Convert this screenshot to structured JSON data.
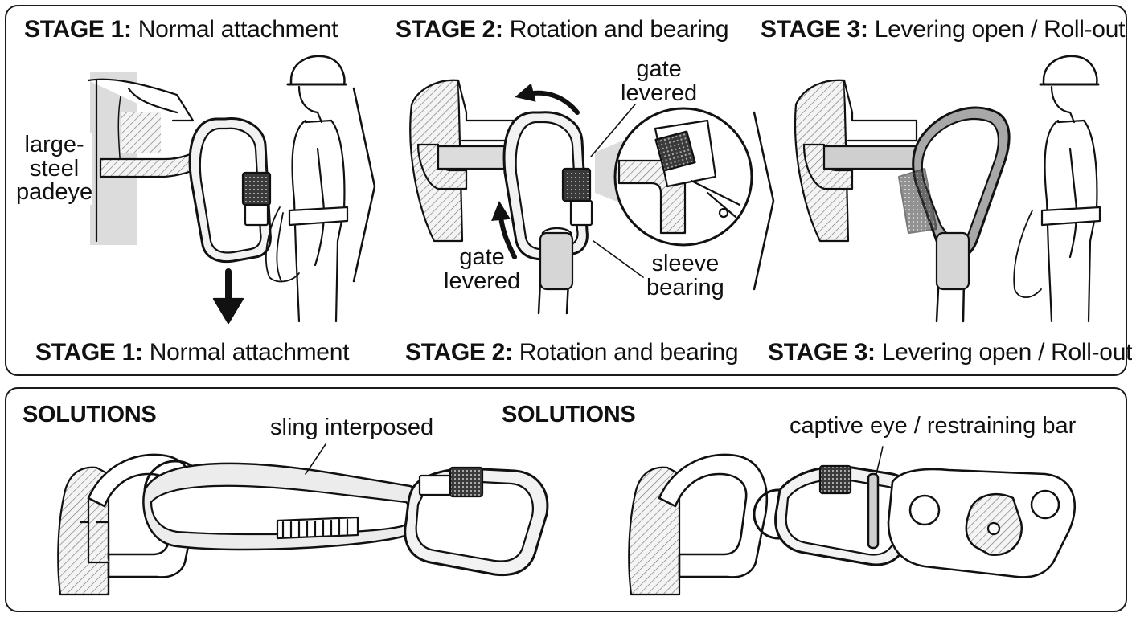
{
  "stages_top": [
    {
      "num": "STAGE 1:",
      "name": "Normal attachment"
    },
    {
      "num": "STAGE 2:",
      "name": "Rotation and bearing"
    },
    {
      "num": "STAGE 3:",
      "name": "Levering open / Roll-out"
    }
  ],
  "stages_bottom": [
    {
      "num": "STAGE 1:",
      "name": "Normal attachment"
    },
    {
      "num": "STAGE 2:",
      "name": "Rotation and bearing"
    },
    {
      "num": "STAGE 3:",
      "name": "Levering open / Roll-out"
    }
  ],
  "callouts": {
    "padeye": [
      "large-",
      "steel",
      "padeye"
    ],
    "gate_levered_top": [
      "gate",
      "levered"
    ],
    "gate_levered_left": [
      "gate",
      "levered"
    ],
    "sleeve_bearing": [
      "sleeve",
      "bearing"
    ],
    "sling_interposed": "sling interposed",
    "captive_eye": "captive eye / restraining bar"
  },
  "solutions": {
    "left_heading": "SOLUTIONS",
    "right_heading": "SOLUTIONS"
  },
  "icons": [
    "down-arrow-icon",
    "rotation-arrow-icon",
    "stage-chevron-icon",
    "helmet-icon"
  ],
  "colors": {
    "ink": "#111111",
    "hatch": "#8a8a8a",
    "shade": "#cfcfcf",
    "panel_border": "#1a1a1a"
  }
}
